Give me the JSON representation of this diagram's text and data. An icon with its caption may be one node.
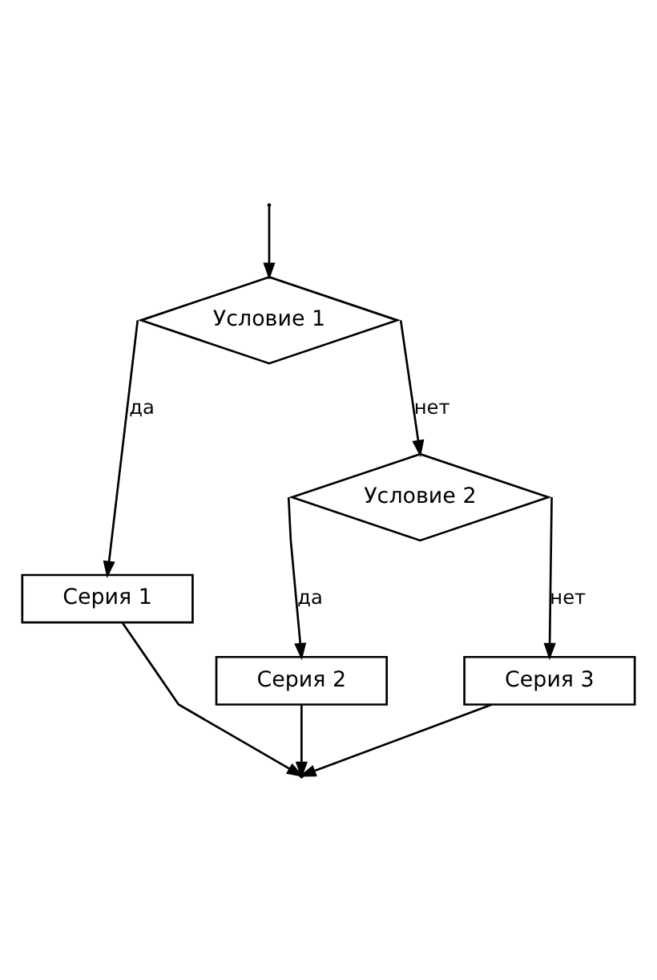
{
  "diagram": {
    "nodes": [
      {
        "text": [
          "Условие 1"
        ]
      },
      {
        "text": [
          "Серия 1"
        ]
      },
      {
        "text": [
          "Условие 2"
        ]
      },
      {
        "text": [
          "Серия 2"
        ]
      },
      {
        "text": [
          "Серия 3"
        ]
      }
    ],
    "edges": [
      {
        "from": null,
        "to": 0,
        "arrow": "to"
      },
      {
        "from": 0,
        "to": 1,
        "arrow": "to",
        "label": "да"
      },
      {
        "from": 0,
        "to": 2,
        "arrow": "to",
        "label": "нет"
      },
      {
        "from": 2,
        "to": 3,
        "arrow": "to",
        "label": "да"
      },
      {
        "from": 2,
        "to": 4,
        "arrow": "to",
        "label": "нет"
      },
      {
        "from": 1,
        "to": null,
        "arrow": "to"
      },
      {
        "from": 3,
        "to": null,
        "arrow": "to"
      },
      {
        "from": 4,
        "to": null,
        "arrow": "to"
      }
    ]
  }
}
